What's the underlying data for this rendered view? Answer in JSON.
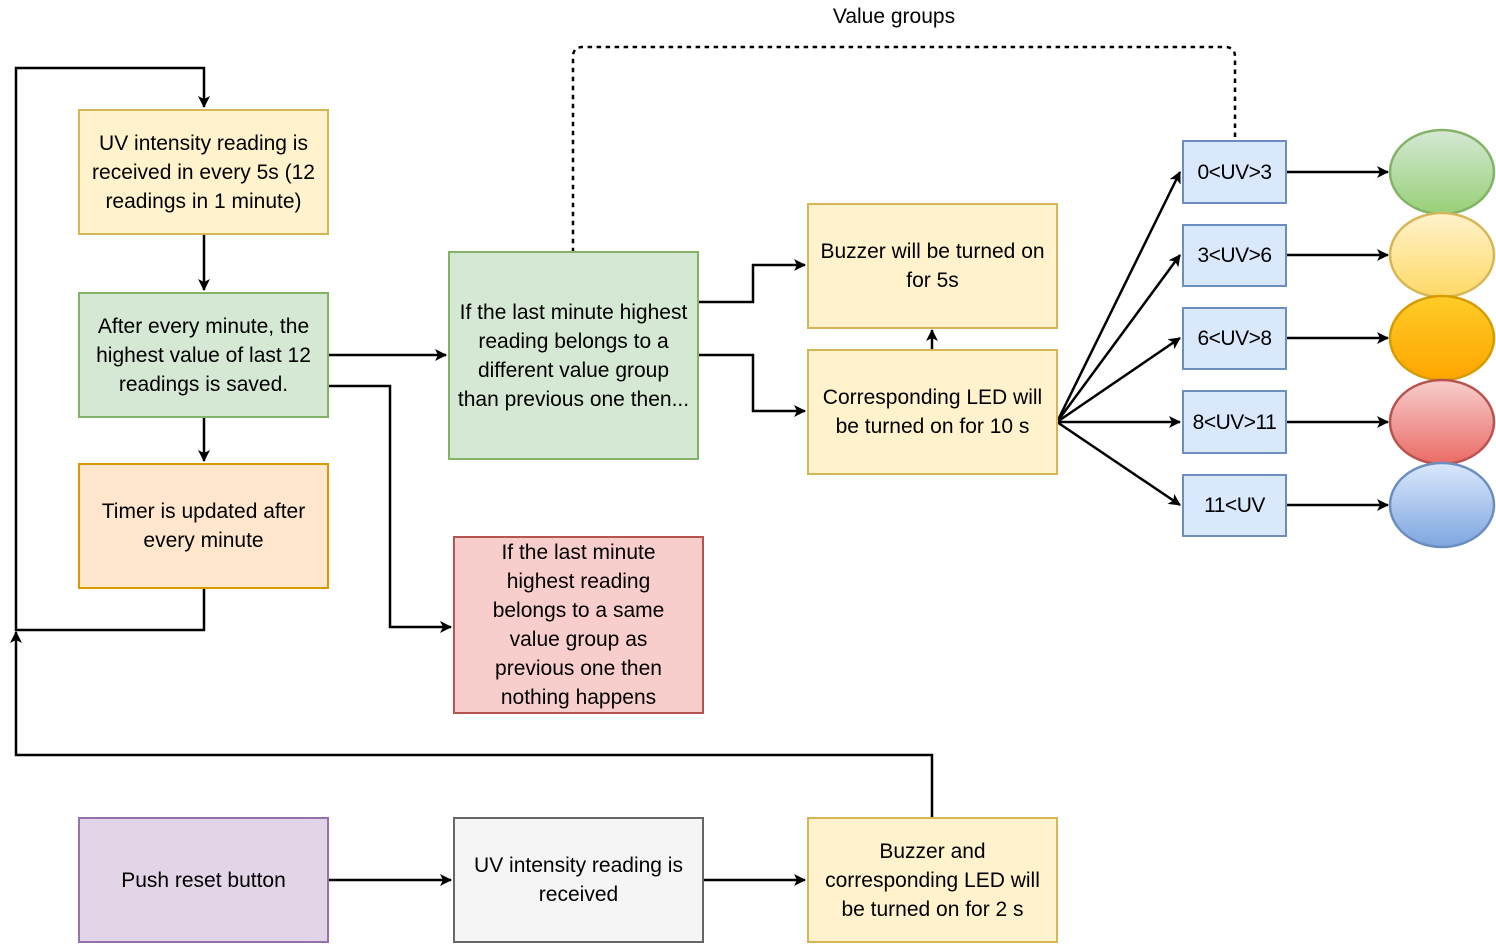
{
  "diagram": {
    "title_label": "Value groups",
    "nodes": {
      "uv_reading_periodic": "UV intensity reading is received in every 5s (12 readings in 1 minute)",
      "save_highest": "After every minute, the highest value of last 12 readings is saved.",
      "timer_update": "Timer is updated after every minute",
      "different_group": "If the last minute highest reading belongs to a different value group than previous one then...",
      "same_group": "If the last minute highest reading belongs to a same value group as previous one then nothing happens",
      "buzzer_5s": "Buzzer will be turned on for 5s",
      "led_10s": "Corresponding LED will be turned on for 10 s",
      "push_reset": "Push reset button",
      "uv_reading_once": "UV intensity reading is received",
      "buzzer_led_2s": "Buzzer and corresponding LED will be turned on for 2 s"
    },
    "value_groups": [
      {
        "label": "0<UV>3",
        "led_color": "#97d077",
        "led_fill_top": "#d5e8d4",
        "led_border": "#82b366"
      },
      {
        "label": "3<UV>6",
        "led_color": "#ffd966",
        "led_fill_top": "#fff2cc",
        "led_border": "#d6b656"
      },
      {
        "label": "6<UV>8",
        "led_color": "#ffa500",
        "led_fill_top": "#ffcd28",
        "led_border": "#d79b00"
      },
      {
        "label": "8<UV>11",
        "led_color": "#ea6b66",
        "led_fill_top": "#f8cecc",
        "led_border": "#b85450"
      },
      {
        "label": "11<UV",
        "led_color": "#7ea6e0",
        "led_fill_top": "#dae8fc",
        "led_border": "#6c8ebf"
      }
    ]
  }
}
